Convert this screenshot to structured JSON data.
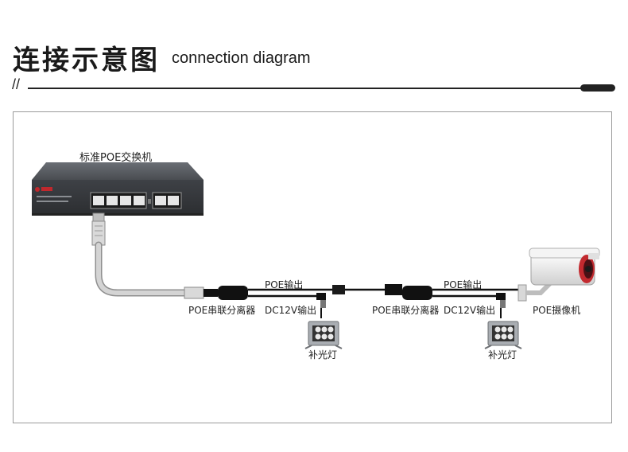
{
  "header": {
    "title_cn": "连接示意图",
    "title_en": "connection diagram",
    "divider_mark": "//"
  },
  "diagram": {
    "switch_label": "标准POE交换机",
    "splitter1": {
      "label": "POE串联分离器",
      "poe_out": "POE输出",
      "dc_out": "DC12V输出",
      "light": "补光灯"
    },
    "splitter2": {
      "label": "POE串联分离器",
      "poe_out": "POE输出",
      "dc_out": "DC12V输出",
      "light": "补光灯"
    },
    "camera_label": "POE摄像机"
  },
  "colors": {
    "switch_body": "#4a4d52",
    "cable_gray": "#c8c8c8",
    "cable_dark": "#111111",
    "frame_border": "#9a9a9a",
    "brand_red": "#c0282d"
  },
  "icons": [
    "poe-switch-icon",
    "poe-splitter-icon",
    "fill-light-icon",
    "camera-icon",
    "rj45-connector-icon",
    "dc-plug-icon"
  ]
}
